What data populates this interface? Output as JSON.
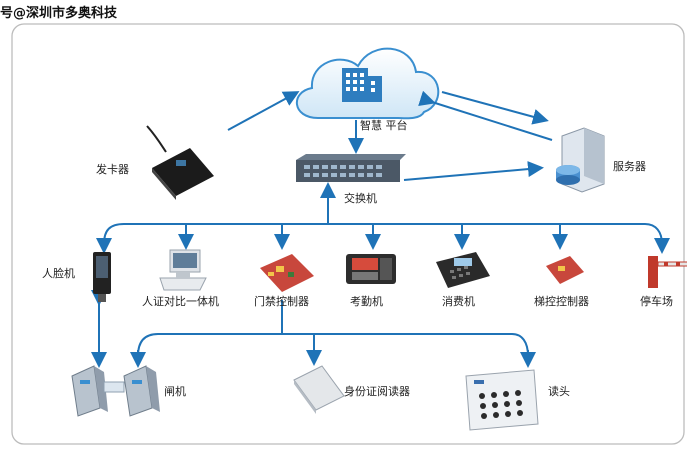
{
  "watermark": "号@深圳市多奥科技",
  "labels": {
    "cloud": "智慧  平台",
    "card_issuer": "发卡器",
    "switch": "交换机",
    "server": "服务器",
    "face": "人脸机",
    "id_verify": "人证对比一体机",
    "access_ctrl": "门禁控制器",
    "attendance": "考勤机",
    "consume": "消费机",
    "elevator": "梯控控制器",
    "parking": "停车场",
    "gate": "闸机",
    "id_reader": "身份证阅读器",
    "reader": "读头"
  },
  "colors": {
    "line": "#1f73b7",
    "cloud_fill": "#e8f4fb",
    "cloud_edge": "#3a8fd0",
    "frame": "#bcbcbc"
  }
}
